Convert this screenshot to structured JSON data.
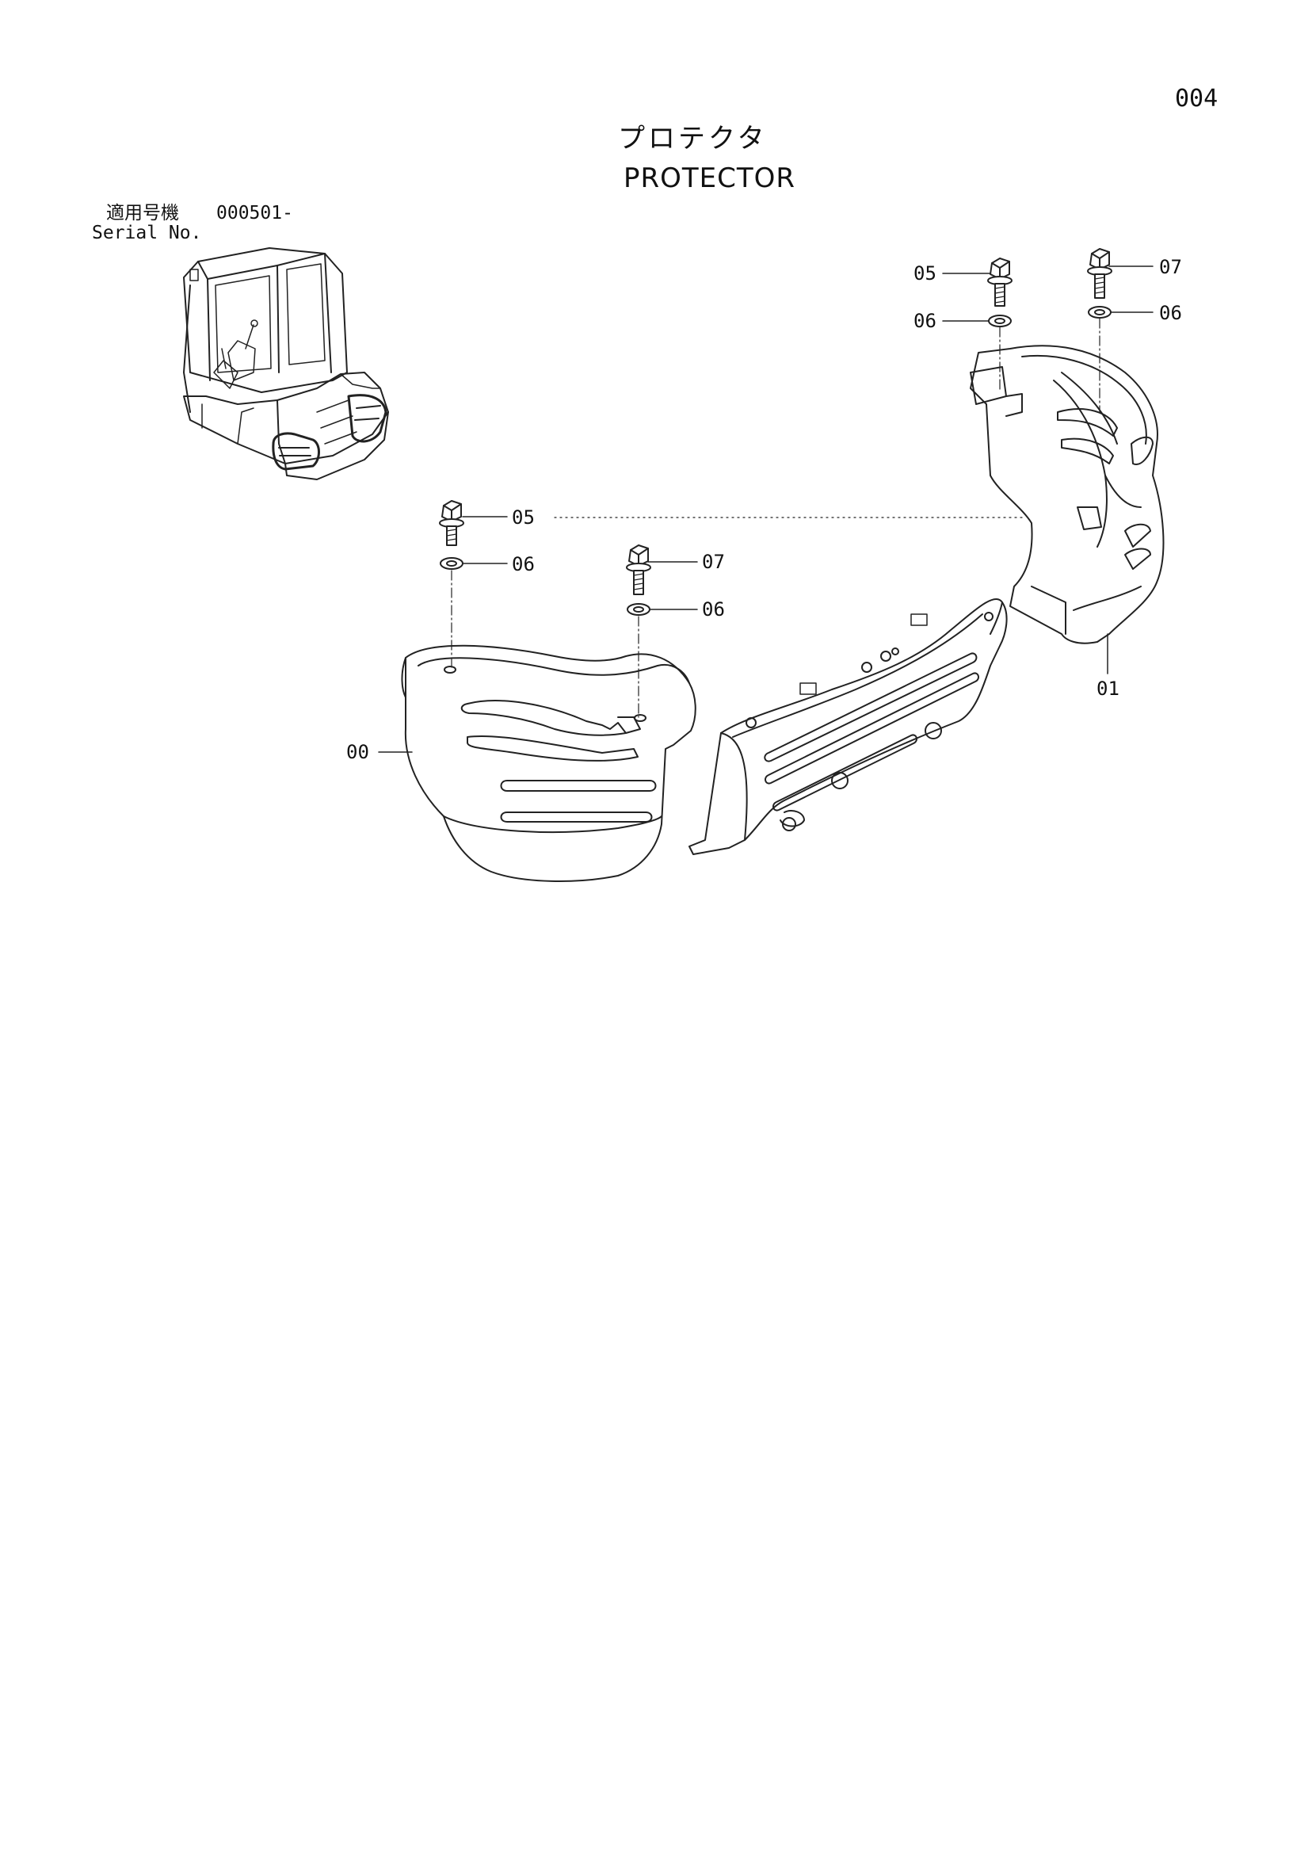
{
  "page_number": "004",
  "title": {
    "japanese": "プロテクタ",
    "english": "PROTECTOR"
  },
  "serial": {
    "label_japanese": "適用号機",
    "number": "000501-",
    "label_english": "Serial No."
  },
  "callouts": {
    "top_right_bolt_left": "05",
    "top_right_bolt_right": "07",
    "top_right_washer_left": "06",
    "top_right_washer_right": "06",
    "left_bolt": "05",
    "left_washer": "06",
    "middle_bolt": "07",
    "middle_washer": "06",
    "part_left_cover": "00",
    "part_right_cover": "01"
  },
  "colors": {
    "line": "#222222",
    "background": "#ffffff"
  }
}
